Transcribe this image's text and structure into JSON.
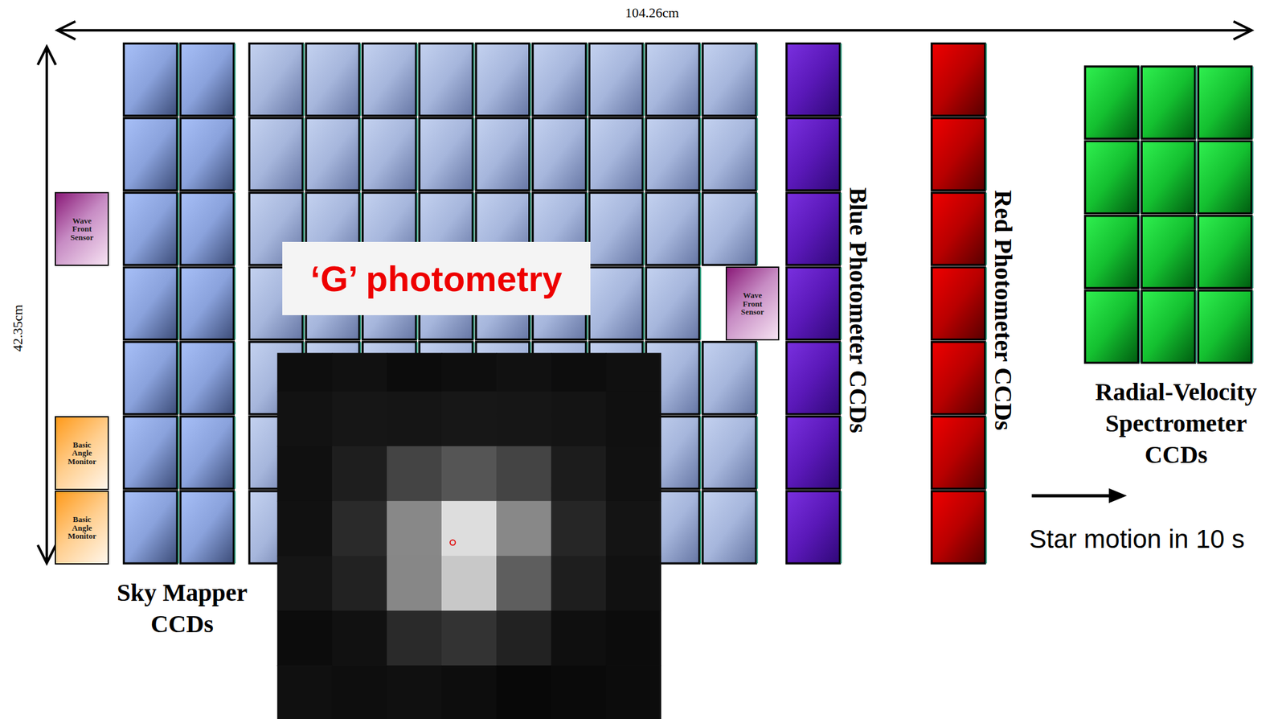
{
  "diagram": {
    "nodes": [
      {
        "text": [
          "Wave Front Sensor"
        ]
      },
      {
        "text": [
          "Basic Angle Monitor"
        ]
      },
      {
        "text": [
          "Basic Angle Monitor"
        ]
      },
      {
        "text": [
          "‘G’ photometry"
        ]
      },
      {
        "text": [
          "Wave Front Sensor"
        ]
      }
    ],
    "labels": [
      "104.26cm",
      "42.35cm",
      "Sky Mapper CCDs",
      "Blue Photometer CCDs",
      "Red Photometer CCDs",
      "Radial-Velocity Spectrometer CCDs",
      "Star motion in 10 s"
    ]
  }
}
